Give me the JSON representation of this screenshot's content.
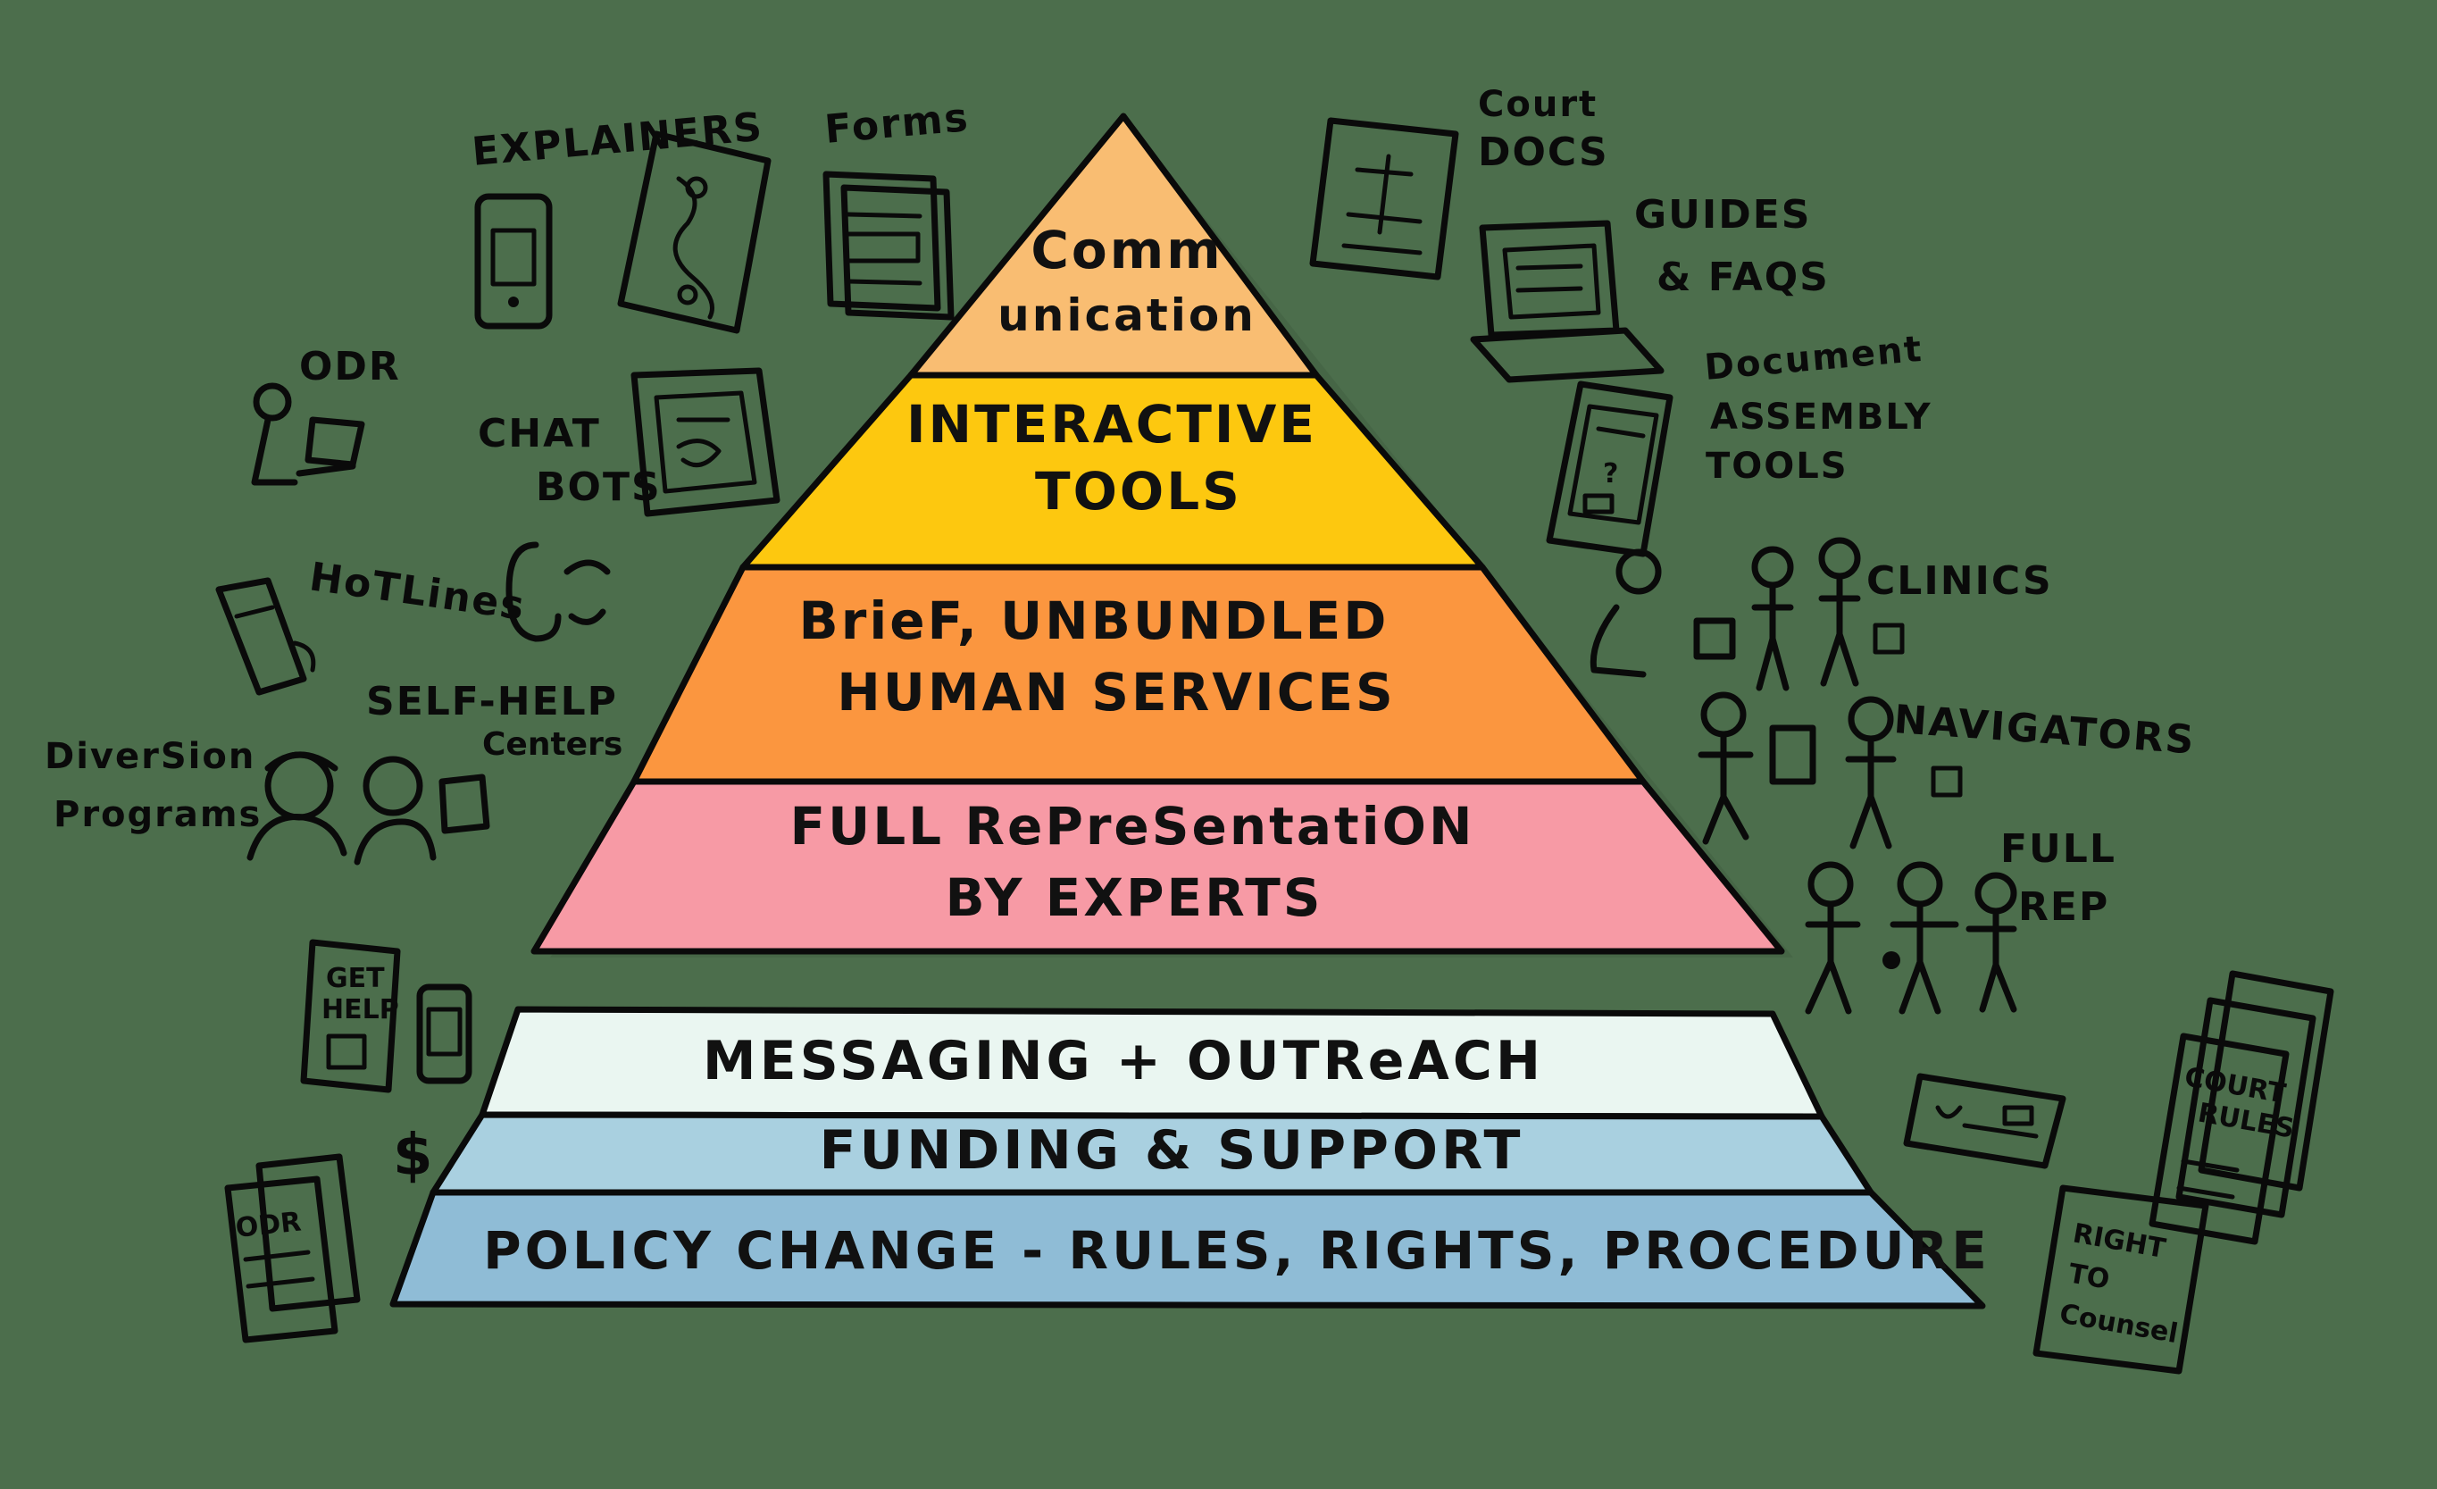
{
  "colors": {
    "background": "#4c6e4c",
    "tier_communication": "#f9bd72",
    "tier_interactive": "#fdc80f",
    "tier_brief": "#fb963f",
    "tier_full_rep": "#f79aa5",
    "base_messaging": "#eaf6f1",
    "base_funding": "#a9d0e0",
    "base_policy": "#8fbcd6",
    "ink": "#0a0a0a"
  },
  "pyramid": {
    "tiers": [
      {
        "line1": "Comm",
        "line2": "unication"
      },
      {
        "line1": "INTERACTIVE",
        "line2": "TOOLS"
      },
      {
        "line1": "BrieF, UNBUNDLED",
        "line2": "HUMAN SERVICES"
      },
      {
        "line1": "FULL RePreSentatiON",
        "line2": "BY EXPERTS"
      }
    ]
  },
  "foundation": {
    "layers": [
      {
        "label": "MESSAGING + OUTReACH"
      },
      {
        "label": "FUNDING & SUPPORT"
      },
      {
        "label": "POLICY CHANGE - RULES, RIGHTS, PROCEDURE"
      }
    ]
  },
  "left_labels": {
    "explainers": "EXPLAINERS",
    "forms": "Forms",
    "odr": "ODR",
    "chatbots_1": "CHAT",
    "chatbots_2": "BOTS",
    "hotlines": "HoTLines",
    "selfhelp_1": "SELF-HELP",
    "selfhelp_2": "Centers",
    "diversion_1": "DiverSion",
    "diversion_2": "Programs"
  },
  "right_labels": {
    "courtdocs_1": "Court",
    "courtdocs_2": "DOCS",
    "guides_1": "GUIDES",
    "guides_2": "& FAQS",
    "docassembly_1": "Document",
    "docassembly_2": "ASSEMBLY",
    "docassembly_3": "TOOLS",
    "clinics": "CLINICS",
    "navigators": "NAVIGATORS",
    "fullrep_1": "FULL",
    "fullrep_2": "REP"
  },
  "doodle_text": {
    "get_help_1": "GET",
    "get_help_2": "HELP",
    "dollar": "$",
    "odr_doc": "ODR",
    "court_rules_1": "COURT",
    "court_rules_2": "RULES",
    "right_counsel_1": "RIGHT",
    "right_counsel_2": "TO",
    "right_counsel_3": "Counsel"
  },
  "icons": [
    "phone-icon",
    "explainer-doc-icon",
    "forms-stack-icon",
    "person-laptop-icon",
    "chatbot-tablet-icon",
    "phone-handset-icon",
    "call-center-icon",
    "people-group-icon",
    "court-doc-icon",
    "laptop-icon",
    "tablet-icon",
    "clinic-people-icon",
    "navigator-people-icon",
    "full-rep-people-icon",
    "get-help-card-icon",
    "odr-doc-stack-icon",
    "check-icon",
    "court-rules-stack-icon",
    "right-to-counsel-doc-icon"
  ]
}
